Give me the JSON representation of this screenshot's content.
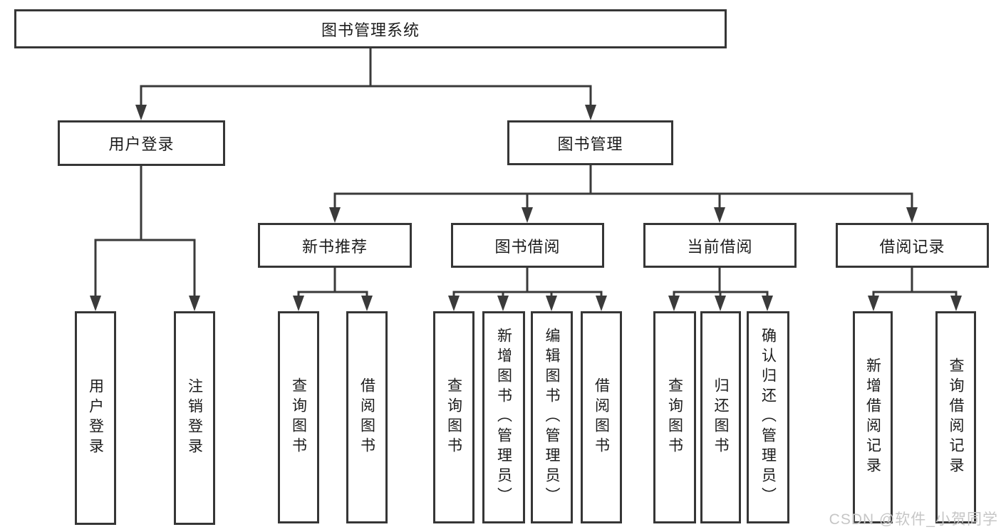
{
  "tree": {
    "label": "图书管理系统",
    "children": [
      {
        "label": "用户登录",
        "children": [
          {
            "label": "用户登录"
          },
          {
            "label": "注销登录"
          }
        ]
      },
      {
        "label": "图书管理",
        "children": [
          {
            "label": "新书推荐",
            "children": [
              {
                "label": "查询图书"
              },
              {
                "label": "借阅图书"
              }
            ]
          },
          {
            "label": "图书借阅",
            "children": [
              {
                "label": "查询图书"
              },
              {
                "label": "新增图书（管理员）"
              },
              {
                "label": "编辑图书（管理员）"
              },
              {
                "label": "借阅图书"
              }
            ]
          },
          {
            "label": "当前借阅",
            "children": [
              {
                "label": "查询图书"
              },
              {
                "label": "归还图书"
              },
              {
                "label": "确认归还（管理员）"
              }
            ]
          },
          {
            "label": "借阅记录",
            "children": [
              {
                "label": "新增借阅记录"
              },
              {
                "label": "查询借阅记录"
              }
            ]
          }
        ]
      }
    ]
  },
  "watermark": {
    "text": "CSDN @软件_小贺同学"
  },
  "colors": {
    "line": "#3a3a3a",
    "box_border": "#363636",
    "box_fill": "#ffffff",
    "text": "#1c1c1c",
    "watermark": "#c6c6c6"
  }
}
